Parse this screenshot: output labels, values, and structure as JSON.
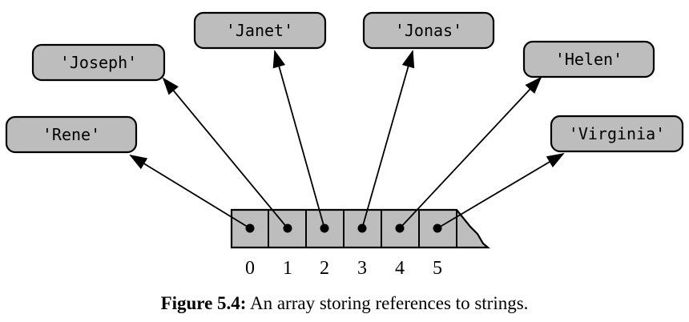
{
  "strings": [
    "'Rene'",
    "'Joseph'",
    "'Janet'",
    "'Jonas'",
    "'Helen'",
    "'Virginia'"
  ],
  "indices": [
    "0",
    "1",
    "2",
    "3",
    "4",
    "5"
  ],
  "caption": {
    "number": "Figure 5.4:",
    "text": "An array storing references to strings."
  },
  "colors": {
    "fill": "#bdbdbd",
    "stroke": "#000000"
  }
}
